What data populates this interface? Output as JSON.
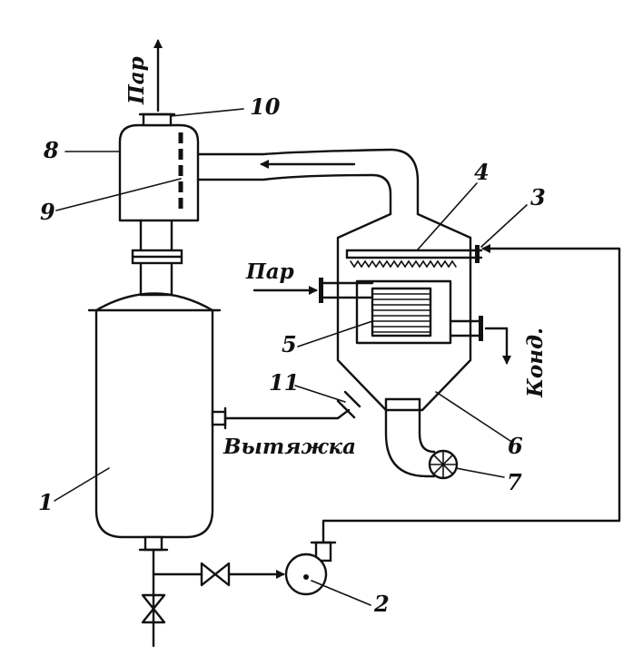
{
  "labels": {
    "steam_top": "Пар",
    "steam_in": "Пар",
    "condensate": "Конд.",
    "extraction": "Вытяжка",
    "n1": "1",
    "n2": "2",
    "n3": "3",
    "n4": "4",
    "n5": "5",
    "n6": "6",
    "n7": "7",
    "n8": "8",
    "n9": "9",
    "n10": "10",
    "n11": "11"
  },
  "colors": {
    "line": "#111111",
    "background": "#ffffff"
  }
}
